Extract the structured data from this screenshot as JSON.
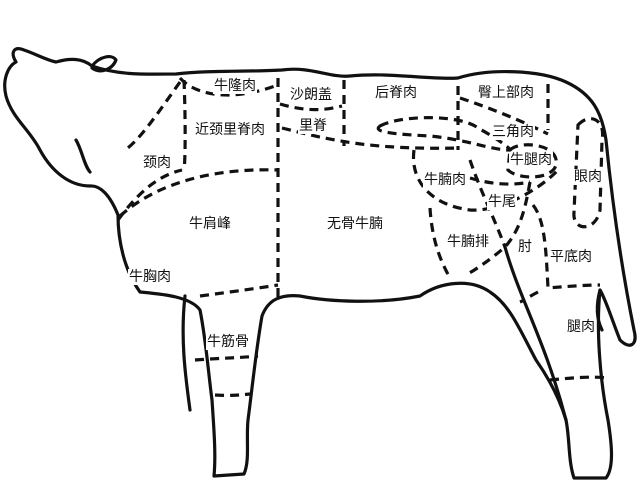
{
  "diagram": {
    "labels": {
      "hump": "牛隆肉",
      "sirloin_cap": "沙朗盖",
      "back_loin": "后脊肉",
      "rump_top": "臀上部肉",
      "chuck_roll": "近颈里脊肉",
      "tenderloin": "里脊",
      "tri_tip": "三角肉",
      "knuckle": "牛腿肉",
      "neck": "颈肉",
      "flank": "牛腩肉",
      "eye_round": "眼肉",
      "shoulder_clod": "牛肩峰",
      "boneless_brisket": "无骨牛腩",
      "tail": "牛尾",
      "short_rib": "牛腩排",
      "shank": "肘",
      "outside_flat": "平底肉",
      "brisket": "牛胸肉",
      "leg": "腿肉",
      "fore_shank": "牛筋骨"
    },
    "colors": {
      "line": "#111111",
      "background": "#ffffff"
    }
  }
}
